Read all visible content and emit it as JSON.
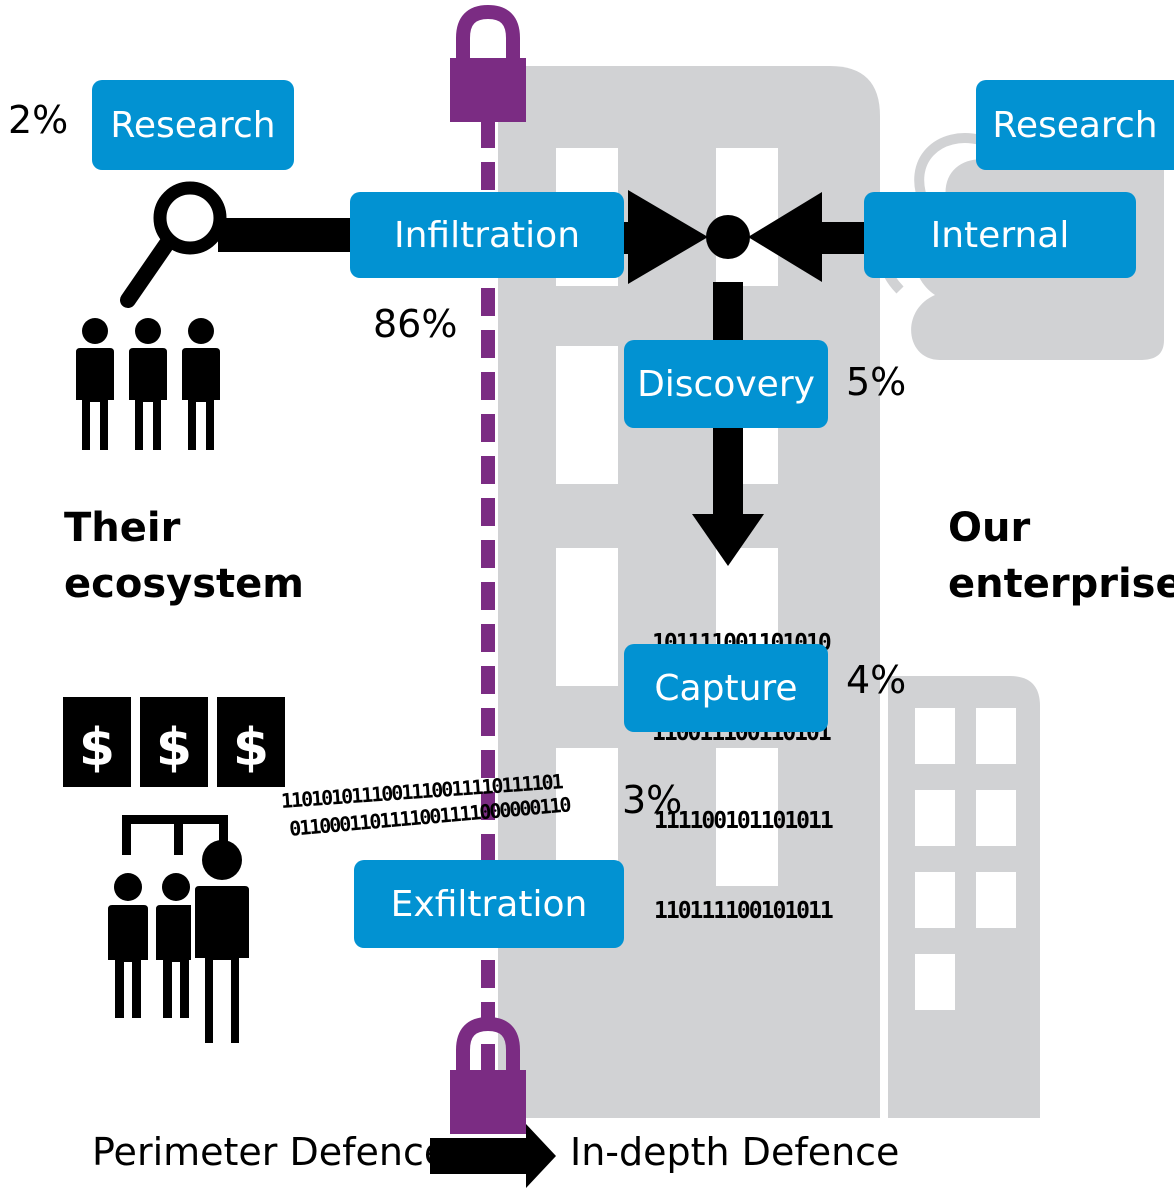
{
  "boxes": {
    "research_left": "Research",
    "research_right": "Research",
    "infiltration": "Infiltration",
    "internal": "Internal",
    "discovery": "Discovery",
    "capture": "Capture",
    "exfiltration": "Exfiltration"
  },
  "percentages": {
    "research": "2%",
    "infiltration": "86%",
    "discovery": "5%",
    "capture": "4%",
    "exfiltration": "3%"
  },
  "labels": {
    "their_line1": "Their",
    "their_line2": "ecosystem",
    "our_line1": "Our",
    "our_line2": "enterprise",
    "perimeter": "Perimeter Defence",
    "in_depth": "In-depth Defence"
  },
  "binary": {
    "top_lines": [
      "101111001101010",
      "110011100110101"
    ],
    "bottom_lines": [
      "111100101101011",
      "110111100101011"
    ]
  },
  "icons": [
    "padlock-icon",
    "magnifier-icon",
    "people-icon",
    "dollar-icon",
    "cloud-icon",
    "building-icon"
  ],
  "colors": {
    "box_blue": "#0292d2",
    "purple": "#7b2c83",
    "building_gray": "#d1d2d4"
  }
}
